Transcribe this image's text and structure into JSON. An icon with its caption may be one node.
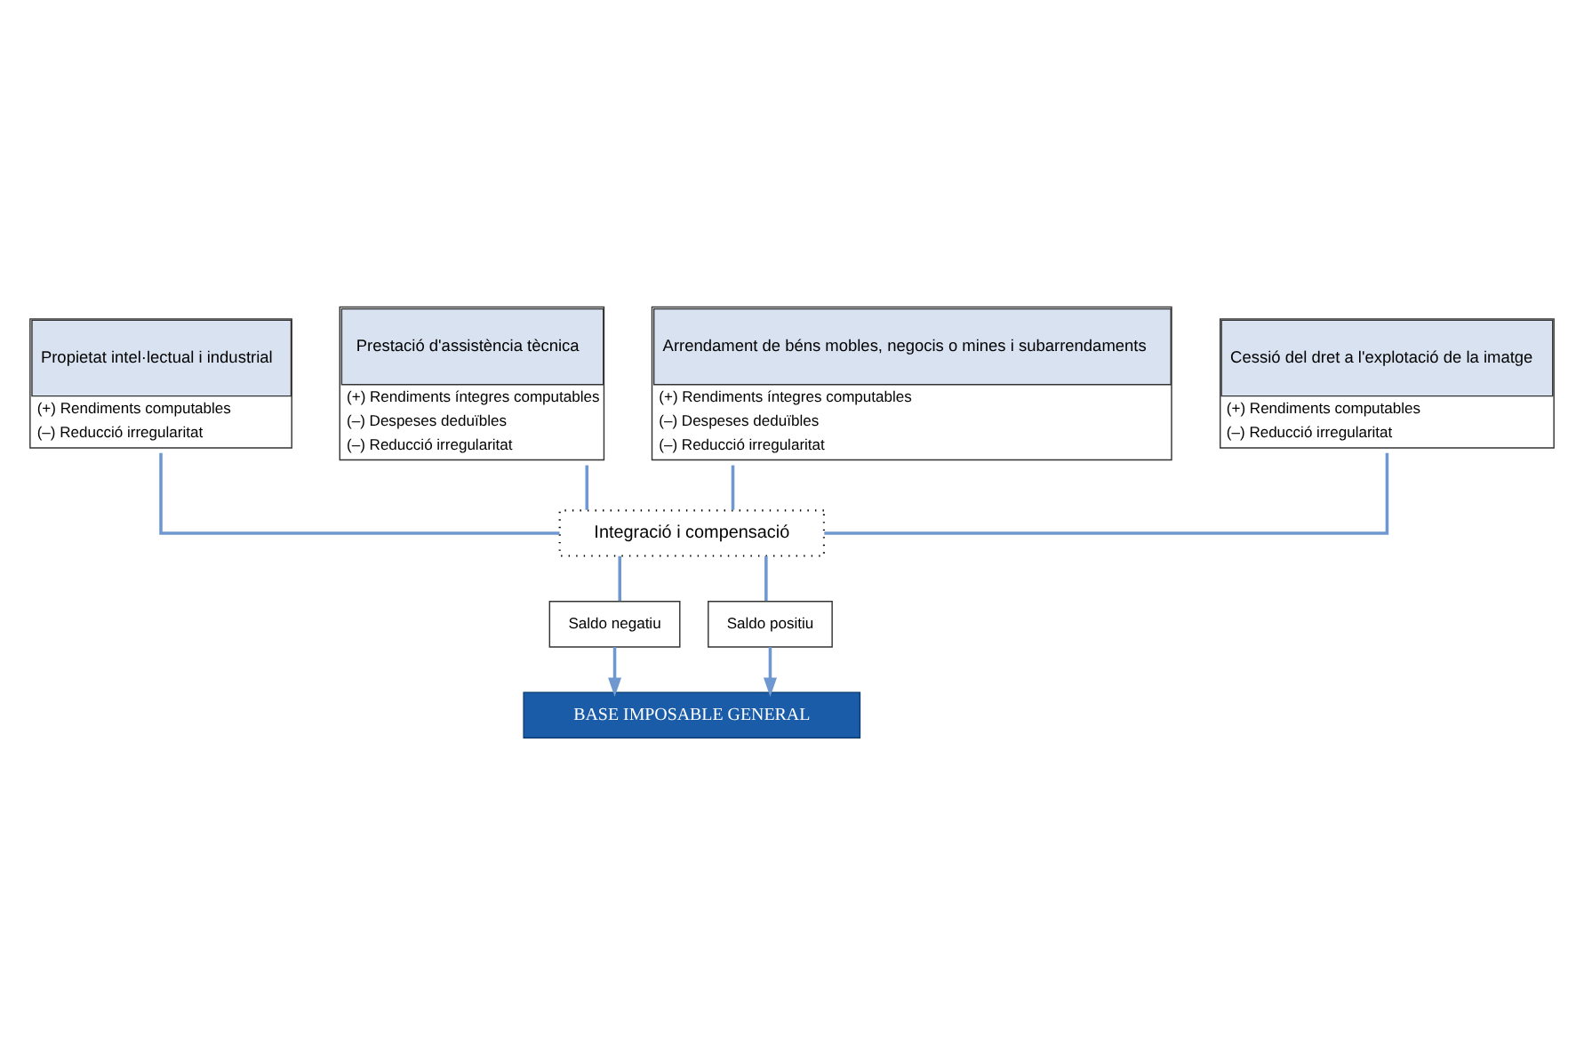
{
  "diagram": {
    "nodes": [
      {
        "text": [
          "Propietat intel·lectual i industrial",
          "(+) Rendiments computables",
          "(–) Reducció irregularitat"
        ]
      },
      {
        "text": [
          "Prestació d'assistència tècnica",
          "(+) Rendiments íntegres computables",
          "(–) Despeses deduïbles",
          "(–) Reducció irregularitat"
        ]
      },
      {
        "text": [
          "Arrendament de béns mobles, negocis o mines i subarrendaments",
          "(+) Rendiments íntegres computables",
          "(–) Despeses deduïbles",
          "(–) Reducció irregularitat"
        ]
      },
      {
        "text": [
          "Cessió del dret a l'explotació de la imatge",
          "(+) Rendiments computables",
          "(–) Reducció irregularitat"
        ]
      },
      {
        "text": [
          "Integració i compensació"
        ]
      },
      {
        "text": [
          "Saldo negatiu"
        ]
      },
      {
        "text": [
          "Saldo positiu"
        ]
      },
      {
        "text": [
          "BASE IMPOSABLE GENERAL"
        ]
      }
    ],
    "edges": [
      {
        "from": 0,
        "to": 4,
        "arrow": "none"
      },
      {
        "from": 1,
        "to": 4,
        "arrow": "none"
      },
      {
        "from": 2,
        "to": 4,
        "arrow": "none"
      },
      {
        "from": 3,
        "to": 4,
        "arrow": "none"
      },
      {
        "from": 4,
        "to": 5,
        "arrow": "none"
      },
      {
        "from": 4,
        "to": 6,
        "arrow": "none"
      },
      {
        "from": 5,
        "to": 7,
        "arrow": "to"
      },
      {
        "from": 6,
        "to": 7,
        "arrow": "to"
      }
    ]
  }
}
